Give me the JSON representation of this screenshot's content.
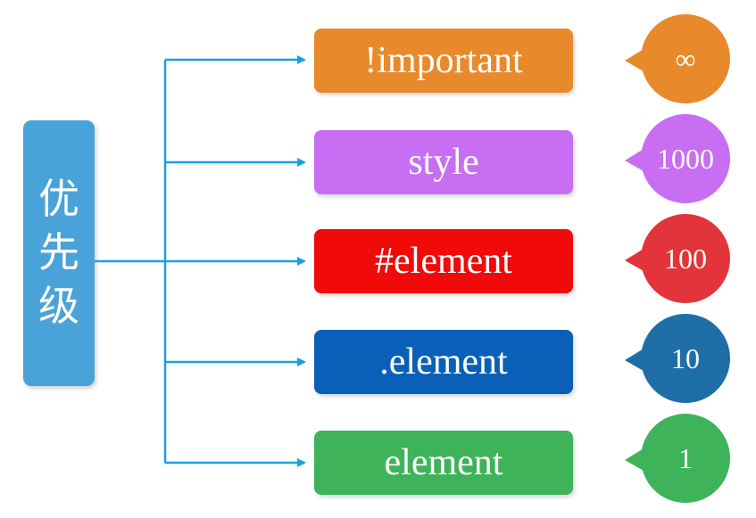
{
  "root": {
    "label_chars": [
      "优",
      "先",
      "级"
    ]
  },
  "items": [
    {
      "label": "!important",
      "value": "∞",
      "color": "#e8892b"
    },
    {
      "label": "style",
      "value": "1000",
      "color": "#c86ef2"
    },
    {
      "label": "#element",
      "value": "100",
      "color": "#f00a0a"
    },
    {
      "label": ".element",
      "value": "10",
      "color": "#0a60b8"
    },
    {
      "label": "element",
      "value": "1",
      "color": "#3fb35a"
    }
  ],
  "bubble_colors": [
    "#e8892b",
    "#c86ef2",
    "#e2343a",
    "#1f6ea8",
    "#3fb35a"
  ],
  "connector_color": "#1aa0e0"
}
